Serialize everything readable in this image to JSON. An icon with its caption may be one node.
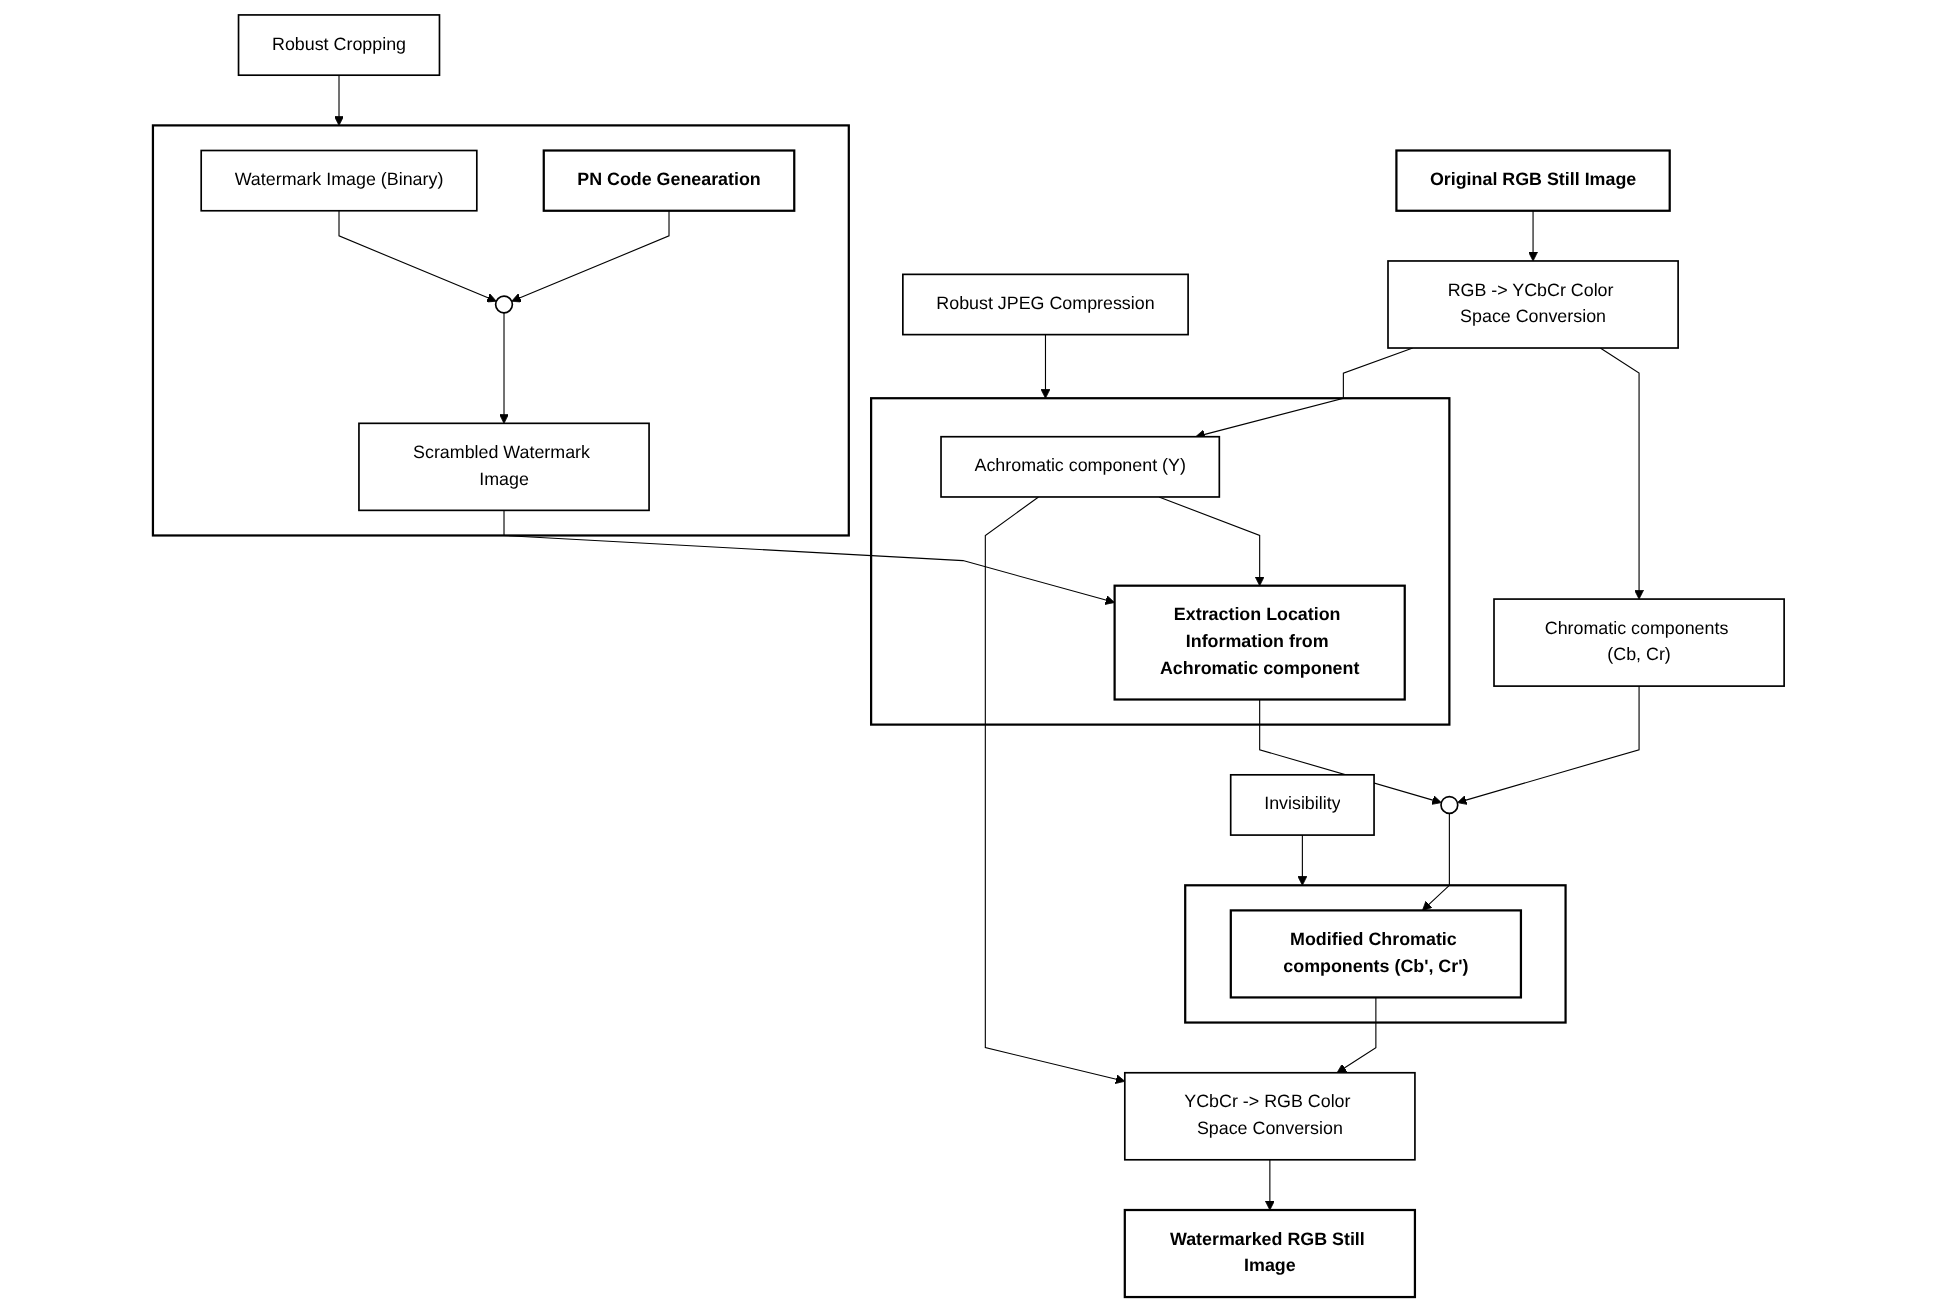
{
  "diagram": {
    "nodes": [
      {
        "text": [
          "Original RGB Still Image"
        ]
      },
      {
        "text": [
          "RGB -> YCbCr Color Space Conversion"
        ]
      },
      {
        "text": [],
        "shape": "box"
      },
      {
        "text": [
          "Watermark Image (Binary)"
        ],
        "in": 2
      },
      {
        "text": [],
        "shape": "circle",
        "in": 2
      },
      {
        "text": [
          "PN Code Genearation"
        ],
        "in": 2
      },
      {
        "text": [
          "Scrambled Watermark Image"
        ],
        "in": 2
      },
      {
        "text": [
          "Chromatic components (Cb, Cr)"
        ]
      },
      {
        "text": [],
        "shape": "box"
      },
      {
        "text": [
          "Achromatic component (Y)"
        ],
        "in": 8
      },
      {
        "text": [
          "Extraction Location Information from Achromatic component"
        ],
        "in": 8
      },
      {
        "text": [
          "Robust Cropping"
        ]
      },
      {
        "text": [],
        "shape": "circle"
      },
      {
        "text": [
          "Robust JPEG Compression"
        ]
      },
      {
        "text": [],
        "shape": "box"
      },
      {
        "text": [
          "Modified Chromatic components (Cb', Cr')"
        ],
        "in": 14
      },
      {
        "text": [
          "Invisibility"
        ]
      },
      {
        "text": [
          "YCbCr -> RGB Color Space Conversion"
        ]
      },
      {
        "text": [
          "Watermarked RGB Still Image"
        ]
      }
    ],
    "edges": [
      {
        "from": 0,
        "to": 1,
        "arrow": "to"
      },
      {
        "from": 1,
        "to": 7,
        "arrow": "to"
      },
      {
        "from": 1,
        "to": 9,
        "arrow": "to"
      },
      {
        "from": 3,
        "to": 4,
        "arrow": "to"
      },
      {
        "from": 5,
        "to": 4,
        "arrow": "to"
      },
      {
        "from": 4,
        "to": 6,
        "arrow": "to"
      },
      {
        "from": 6,
        "to": 10,
        "arrow": "to"
      },
      {
        "from": 9,
        "to": 10,
        "arrow": "to"
      },
      {
        "from": 11,
        "to": 2,
        "arrow": "to"
      },
      {
        "from": 7,
        "to": 12,
        "arrow": "to"
      },
      {
        "from": 10,
        "to": 12,
        "arrow": "to"
      },
      {
        "from": 13,
        "to": 8,
        "arrow": "to"
      },
      {
        "from": 12,
        "to": 15,
        "arrow": "to"
      },
      {
        "from": 16,
        "to": 14,
        "arrow": "to"
      },
      {
        "from": 9,
        "to": 17,
        "arrow": "to"
      },
      {
        "from": 15,
        "to": 17,
        "arrow": "to"
      },
      {
        "from": 17,
        "to": 18,
        "arrow": "to"
      }
    ]
  }
}
